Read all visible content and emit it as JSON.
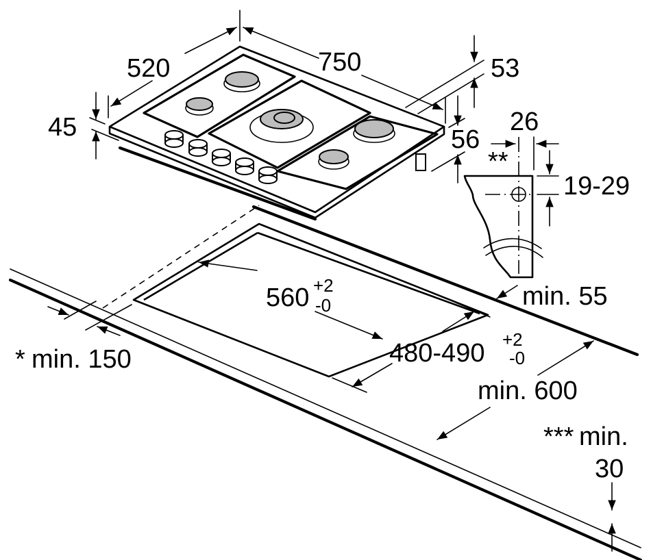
{
  "diagram": {
    "subject": "Gas hob built-in installation dimensions (mm)",
    "hob": {
      "width": "750",
      "depth": "520",
      "height": "45",
      "rear_offset": "53",
      "right_offset": "56",
      "burner_count": 5,
      "knob_count": 5
    },
    "cutout": {
      "width_value": "560",
      "width_tol_plus": "+2",
      "width_tol_minus": "-0",
      "depth_value": "480-490",
      "depth_tol_plus": "+2",
      "depth_tol_minus": "-0"
    },
    "clearances": {
      "side_note_marker": "*",
      "side_label": "min. 150",
      "back_label": "min. 55",
      "worktop_depth_label": "min. 600",
      "worktop_thickness_marker": "***",
      "worktop_thickness_label": "min.",
      "worktop_thickness_value": "30"
    },
    "bracket_detail": {
      "marker": "**",
      "width": "26",
      "height_range": "19-29"
    },
    "colors": {
      "line": "#000000",
      "burner_fill": "#bdbdbd",
      "background": "#ffffff"
    }
  }
}
